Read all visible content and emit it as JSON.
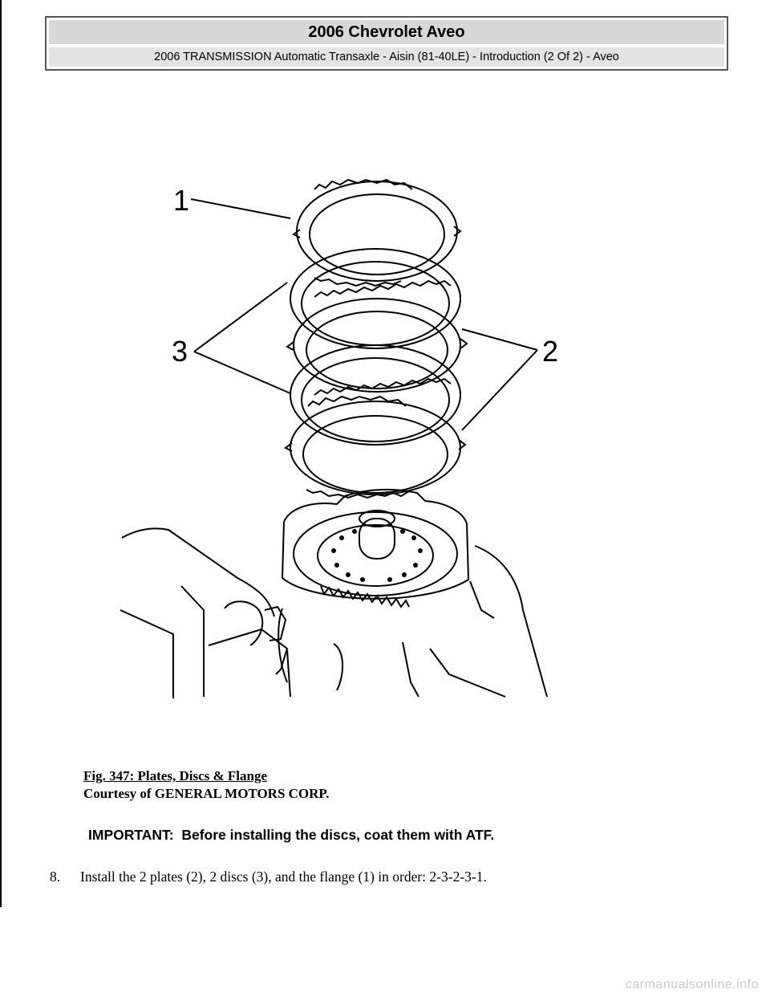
{
  "header": {
    "title": "2006 Chevrolet Aveo",
    "subtitle": "2006 TRANSMISSION Automatic Transaxle - Aisin (81-40LE) - Introduction (2 Of 2) - Aveo"
  },
  "figure": {
    "callouts": [
      "1",
      "3",
      "2"
    ]
  },
  "caption": {
    "title": "Fig. 347: Plates, Discs & Flange",
    "courtesy": "Courtesy of GENERAL MOTORS CORP."
  },
  "notice": {
    "label": "IMPORTANT:",
    "text": "Before installing the discs, coat them with ATF."
  },
  "step": {
    "number": "8.",
    "text": "Install the 2 plates (2), 2 discs (3), and the flange (1) in order: 2-3-2-3-1."
  },
  "footer": {
    "watermark": "carmanualsonline.info"
  }
}
